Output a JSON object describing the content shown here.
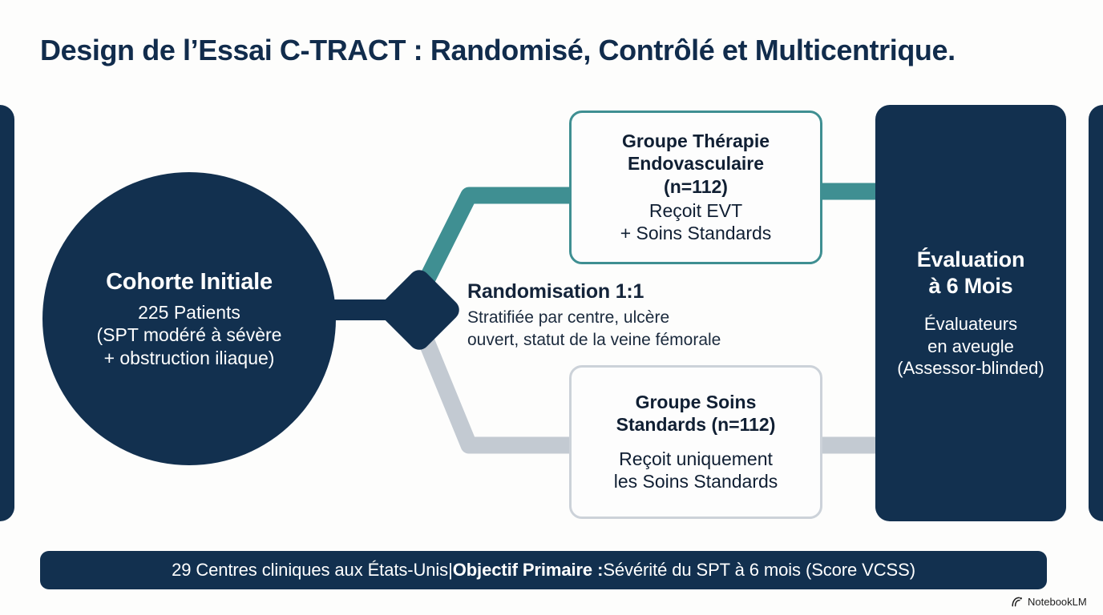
{
  "page": {
    "title": "Design de l’Essai C-TRACT : Randomisé, Contrôlé et Multicentrique."
  },
  "colors": {
    "navy": "#12304f",
    "teal": "#3f8f92",
    "gray": "#c3cad2",
    "background": "#fdfdfc",
    "text_light": "#ffffff"
  },
  "cohort": {
    "title": "Cohorte Initiale",
    "line1": "225 Patients",
    "line2": "(SPT modéré à sévère",
    "line3": "+ obstruction iliaque)"
  },
  "randomisation": {
    "title": "Randomisation 1:1",
    "sub_line1": "Stratifiée par centre, ulcère",
    "sub_line2": "ouvert, statut de la veine fémorale"
  },
  "arms": [
    {
      "id": "endovascular",
      "title_line1": "Groupe Thérapie",
      "title_line2": "Endovasculaire",
      "title_line3": "(n=112)",
      "sub_line1": "Reçoit EVT",
      "sub_line2": "+ Soins Standards",
      "accent": "#3f8f92"
    },
    {
      "id": "standard-care",
      "title_line1": "Groupe Soins",
      "title_line2": "Standards (n=112)",
      "title_line3": "",
      "sub_line1": "Reçoit uniquement",
      "sub_line2": "les Soins Standards",
      "accent": "#ccd2d9"
    }
  ],
  "evaluation": {
    "title_line1": "Évaluation",
    "title_line2": "à 6 Mois",
    "sub_line1": "Évaluateurs",
    "sub_line2": "en aveugle",
    "sub_line3": "(Assessor-blinded)"
  },
  "footer": {
    "centers": "29 Centres cliniques aux États-Unis ",
    "separator": "| ",
    "objective_label": "Objectif Primaire :",
    "objective_value": " Sévérité du SPT à 6 mois (Score VCSS)"
  },
  "watermark": {
    "label": "NotebookLM"
  }
}
